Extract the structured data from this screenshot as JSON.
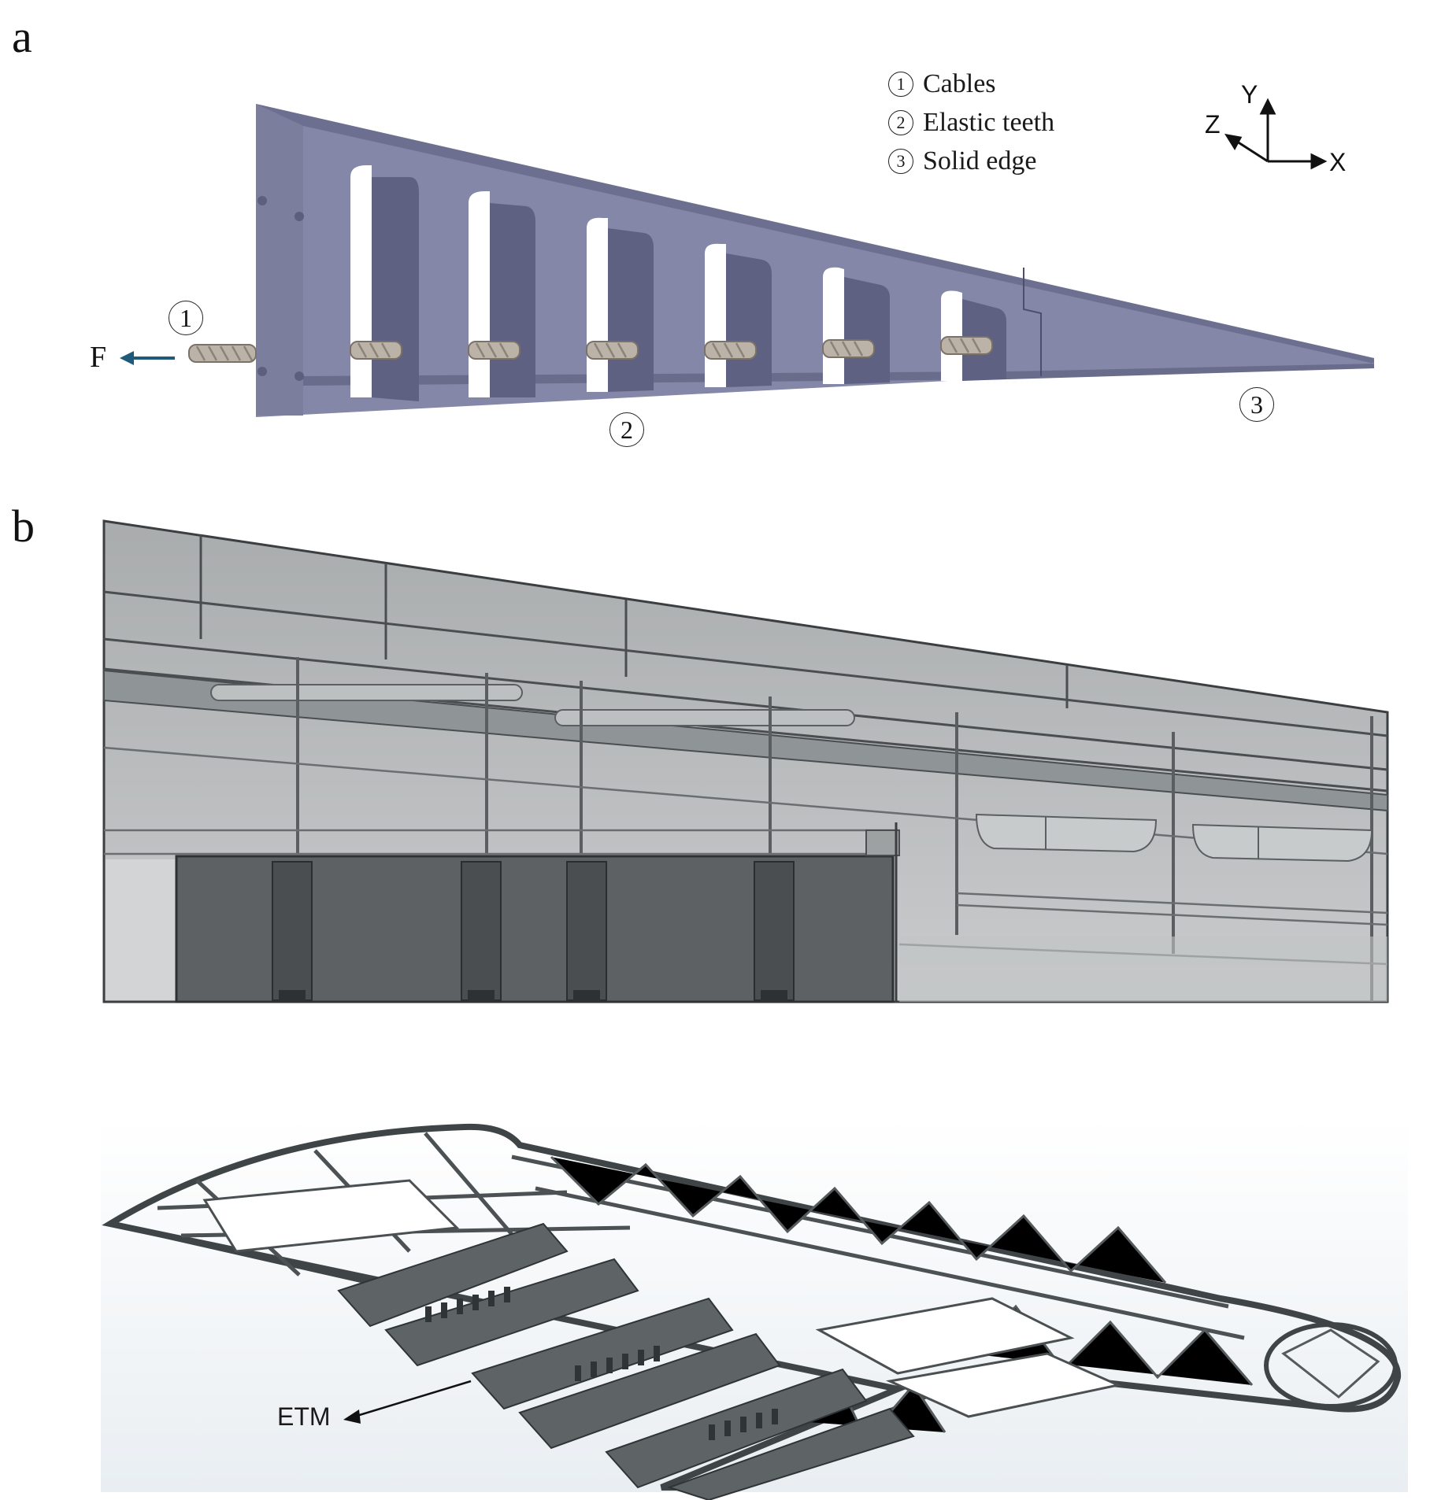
{
  "panels": {
    "a": "a",
    "b": "b"
  },
  "legend": [
    {
      "num": "1",
      "label": "Cables"
    },
    {
      "num": "2",
      "label": "Elastic teeth"
    },
    {
      "num": "3",
      "label": "Solid edge"
    }
  ],
  "callouts": {
    "cables": "1",
    "teeth": "2",
    "edge": "3"
  },
  "force_label": "F",
  "axes": {
    "x": "X",
    "y": "Y",
    "z": "Z"
  },
  "etm_label": "ETM",
  "colors": {
    "part": "#7f81a3",
    "part_dark": "#5f6182",
    "part_light": "#9597b8",
    "force_arrow": "#1f5a7a",
    "wing_gray": "#8f9496"
  }
}
